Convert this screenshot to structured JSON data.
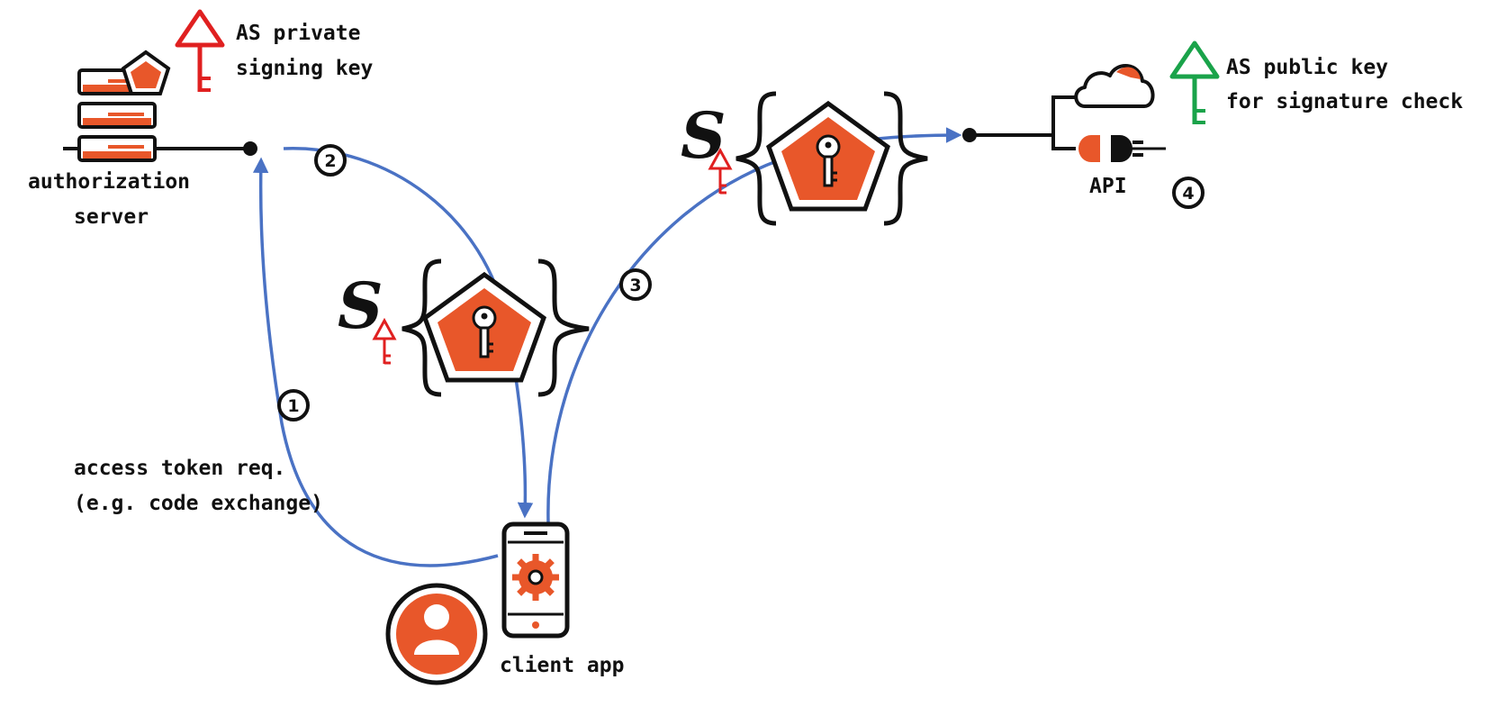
{
  "labels": {
    "as_private_key_line1": "AS private",
    "as_private_key_line2": "signing key",
    "auth_server_line1": "authorization",
    "auth_server_line2": "server",
    "as_public_key_line1": "AS public key",
    "as_public_key_line2": "for signature check",
    "api": "API",
    "request_line1": "access token req.",
    "request_line2": "(e.g. code exchange)",
    "client_app": "client app",
    "signature_symbol": "S"
  },
  "steps": [
    "1",
    "2",
    "3",
    "4"
  ],
  "colors": {
    "accent": "#e8572a",
    "flow": "#4a72c4",
    "private_key": "#e02020",
    "public_key": "#1aa34a",
    "ink": "#111111"
  }
}
